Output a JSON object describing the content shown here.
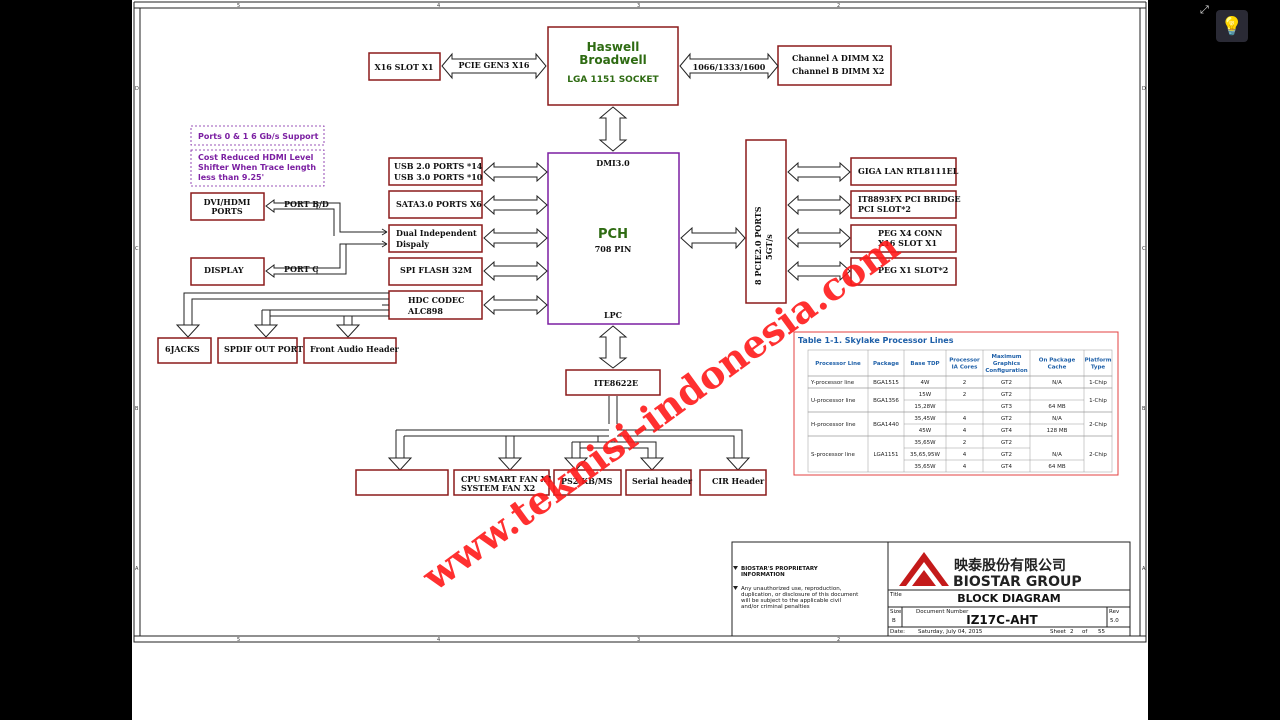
{
  "cpu": {
    "line1": "Haswell",
    "line2": "Broadwell",
    "socket": "LGA 1151 SOCKET"
  },
  "x16slot": "X16 SLOT X1",
  "pcie_gen3": "PCIE GEN3 X16",
  "mem_speed": "1066/1333/1600",
  "dimm": {
    "a": "Channel A DIMM X2",
    "b": "Channel B DIMM X2"
  },
  "notes": {
    "n1": "Ports 0 & 1 6 Gb/s Support",
    "n2a": "Cost Reduced HDMI Level",
    "n2b": "Shifter When Trace length",
    "n2c": "less than 9.25'"
  },
  "pch": {
    "label": "PCH",
    "pins": "708 PIN",
    "dmi": "DMI3.0",
    "lpc": "LPC"
  },
  "usb": {
    "l1": "USB 2.0 PORTS *14",
    "l2": "USB 3.0 PORTS *10"
  },
  "sata": "SATA3.0 PORTS X6",
  "dual": {
    "l1": "Dual Independent",
    "l2": "Dispaly"
  },
  "spi": "SPI FLASH 32M",
  "hdc": {
    "l1": "HDC CODEC",
    "l2": "ALC898"
  },
  "dvi": {
    "l1": "DVI/HDMI",
    "l2": "PORTS"
  },
  "port_bd": "PORT B/D",
  "display": "DISPLAY",
  "port_c": "PORT C",
  "jacks": "6JACKS",
  "spdif": "SPDIF OUT PORT",
  "front_audio": "Front Audio Header",
  "pcie_bus": {
    "l1": "8 PCIE2.0 PORTS",
    "l2": "5GT/s"
  },
  "lan": "GIGA LAN RTL8111EL",
  "it8893": {
    "l1": "IT8893FX PCI BRIDGE",
    "l2": "PCI SLOT*2"
  },
  "peg4": {
    "l1": "PEG X4 CONN",
    "l2": "X16 SLOT X1"
  },
  "peg1": "PEG X1 SLOT*2",
  "ite": "ITE8622E",
  "cpu_fan": {
    "l1": "CPU SMART FAN X1",
    "l2": "SYSTEM FAN X2"
  },
  "ps2": "PS2 KB/MS",
  "serial": "Serial header",
  "cir": "CIR Header",
  "table": {
    "title": "Table 1-1.     Skylake Processor Lines",
    "headers": [
      [
        "Processor Line"
      ],
      [
        "Package"
      ],
      [
        "Base TDP"
      ],
      [
        "Processor",
        "IA Cores"
      ],
      [
        "Maximum",
        "Graphics",
        "Configuration"
      ],
      [
        "On Package",
        "Cache"
      ],
      [
        "Platform",
        "Type"
      ]
    ],
    "lines": [
      {
        "name": "Y-processor line",
        "pkg": "BGA1515",
        "platform": "1-Chip",
        "cache": "N/A",
        "rows": [
          {
            "tdp": "4W",
            "cores": "2",
            "gfx": "GT2",
            "cache": ""
          }
        ]
      },
      {
        "name": "U-processor line",
        "pkg": "BGA1356",
        "platform": "1-Chip",
        "cache": "",
        "rows": [
          {
            "tdp": "15W",
            "cores": "2",
            "gfx": "GT2",
            "cache": ""
          },
          {
            "tdp": "15,28W",
            "cores": "",
            "gfx": "GT3",
            "cache": "64 MB"
          }
        ]
      },
      {
        "name": "H-processor line",
        "pkg": "BGA1440",
        "platform": "2-Chip",
        "cache": "",
        "rows": [
          {
            "tdp": "35,45W",
            "cores": "4",
            "gfx": "GT2",
            "cache": "N/A"
          },
          {
            "tdp": "45W",
            "cores": "4",
            "gfx": "GT4",
            "cache": "128 MB"
          }
        ]
      },
      {
        "name": "S-processor line",
        "pkg": "LGA1151",
        "platform": "2-Chip",
        "cache": "N/A",
        "rows": [
          {
            "tdp": "35,65W",
            "cores": "2",
            "gfx": "GT2",
            "cache": ""
          },
          {
            "tdp": "35,65,95W",
            "cores": "4",
            "gfx": "GT2",
            "cache": ""
          },
          {
            "tdp": "35,65W",
            "cores": "4",
            "gfx": "GT4",
            "cache": "64 MB"
          }
        ]
      }
    ]
  },
  "titleblock": {
    "prop1": "BIOSTAR'S PROPRIETARY",
    "prop2": "INFORMATION",
    "legal1": "Any unauthorized use, reproduction,",
    "legal2": "duplication, or disclosure of this document",
    "legal3": "will be subject to the applicable civil",
    "legal4": "and/or criminal penalties",
    "company_cn": "映泰股份有限公司",
    "company_en": "BIOSTAR GROUP",
    "title_label": "Title",
    "title": "BLOCK DIAGRAM",
    "size_label": "Size",
    "size": "B",
    "docnum_label": "Document Number",
    "docnum": "IZ17C-AHT",
    "rev_label": "Rev",
    "rev": "5.0",
    "date_label": "Date:",
    "date": "Saturday, July 04, 2015",
    "sheet_label": "Sheet",
    "sheet": "2",
    "of_label": "of",
    "of": "55"
  },
  "watermark": "www.teknisi-indonesia.com",
  "zones": {
    "top": [
      "5",
      "4",
      "3",
      "2"
    ],
    "side": [
      "D",
      "C",
      "B",
      "A"
    ]
  },
  "colors": {
    "block_border": "#8b1a1a",
    "pch_border": "#7b1fa2",
    "watermark": "#ff1a1a",
    "cpu_text": "#2e6b12"
  }
}
